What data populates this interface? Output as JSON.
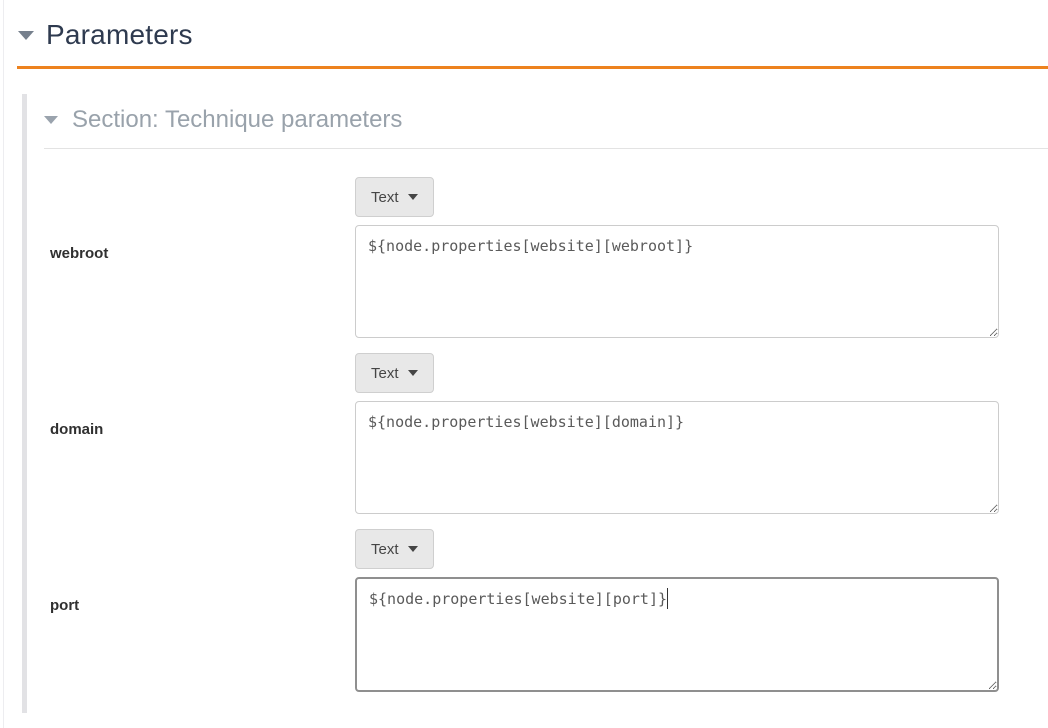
{
  "header": {
    "title": "Parameters",
    "collapse_icon": "caret-down-icon",
    "accent_color": "#ed821e",
    "title_color": "#2e3a4f"
  },
  "section": {
    "title": "Section: Technique parameters",
    "collapse_icon": "caret-down-icon",
    "title_color": "#99a2ab",
    "fields": [
      {
        "label": "webroot",
        "type_selector": "Text",
        "value": "${node.properties[website][webroot]}",
        "focused": false
      },
      {
        "label": "domain",
        "type_selector": "Text",
        "value": "${node.properties[website][domain]}",
        "focused": false
      },
      {
        "label": "port",
        "type_selector": "Text",
        "value": "${node.properties[website][port]}",
        "focused": true
      }
    ]
  }
}
